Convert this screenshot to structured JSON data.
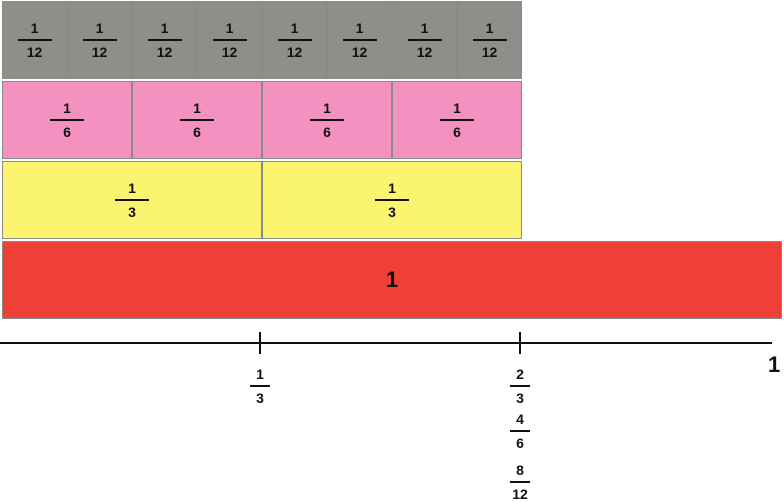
{
  "colors": {
    "twelfths": "#8e8e8a",
    "sixths": "#f391c0",
    "thirds": "#fbf46f",
    "whole": "#ee4036"
  },
  "rows": [
    {
      "id": "twelfths",
      "pieces": 8,
      "num": "1",
      "den": "12"
    },
    {
      "id": "sixths",
      "pieces": 4,
      "num": "1",
      "den": "6"
    },
    {
      "id": "thirds",
      "pieces": 2,
      "num": "1",
      "den": "3"
    }
  ],
  "whole": {
    "label": "1"
  },
  "number_line": {
    "end_label": "1",
    "one_third": {
      "num": "1",
      "den": "3"
    },
    "two_thirds": [
      {
        "num": "2",
        "den": "3"
      },
      {
        "num": "4",
        "den": "6"
      },
      {
        "num": "8",
        "den": "12"
      }
    ]
  }
}
